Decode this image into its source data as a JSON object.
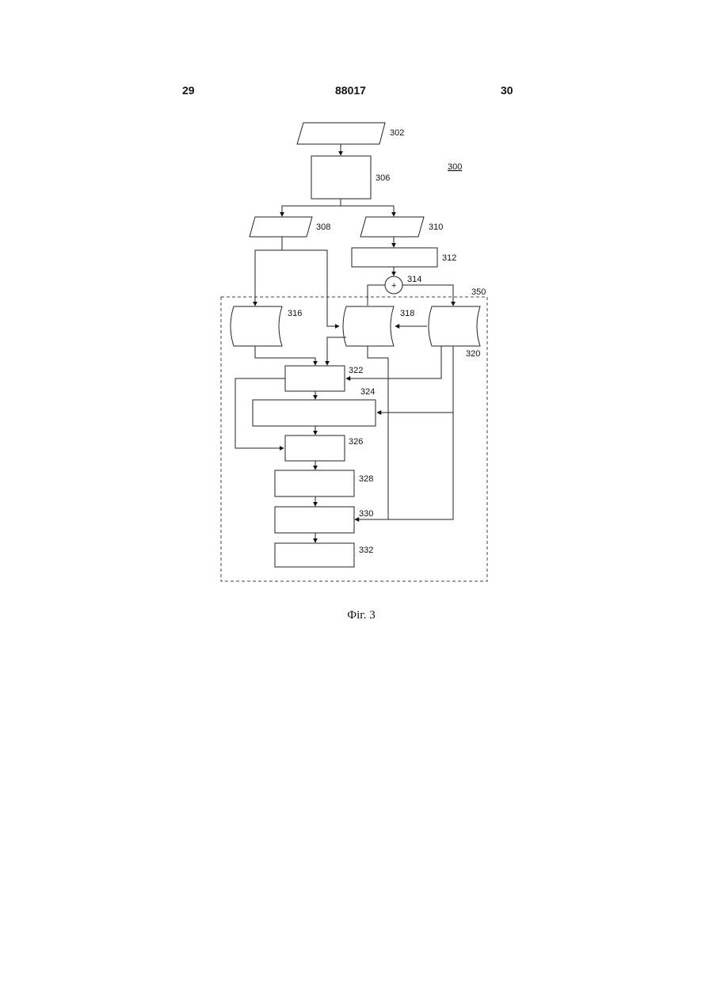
{
  "header": {
    "page_left": "29",
    "patent_number": "88017",
    "page_right": "30"
  },
  "figure": {
    "ref": "300",
    "region": "350",
    "labels": {
      "n302": "302",
      "n306": "306",
      "n308": "308",
      "n310": "310",
      "n312": "312",
      "n314": "314",
      "n316": "316",
      "n318": "318",
      "n320": "320",
      "n322": "322",
      "n324": "324",
      "n326": "326",
      "n328": "328",
      "n330": "330",
      "n332": "332"
    },
    "junction_symbol": "+",
    "caption": "Фіг. 3"
  }
}
